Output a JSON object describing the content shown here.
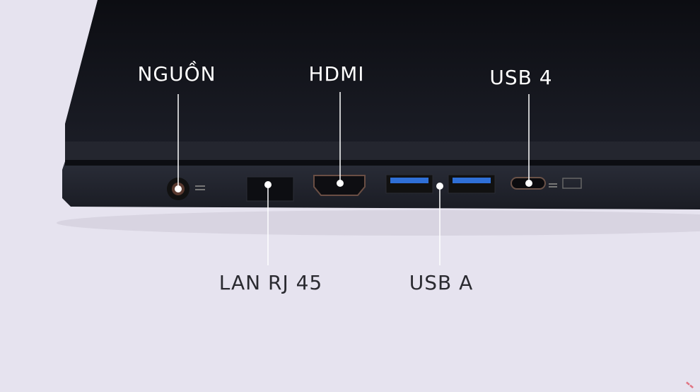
{
  "labels": {
    "power": "NGUỒN",
    "hdmi": "HDMI",
    "usb4": "USB 4",
    "lan": "LAN RJ 45",
    "usba": "USB A"
  },
  "colors": {
    "background": "#e6e3ef",
    "laptop": "#16181f",
    "usb_blue": "#2f6fd6"
  }
}
